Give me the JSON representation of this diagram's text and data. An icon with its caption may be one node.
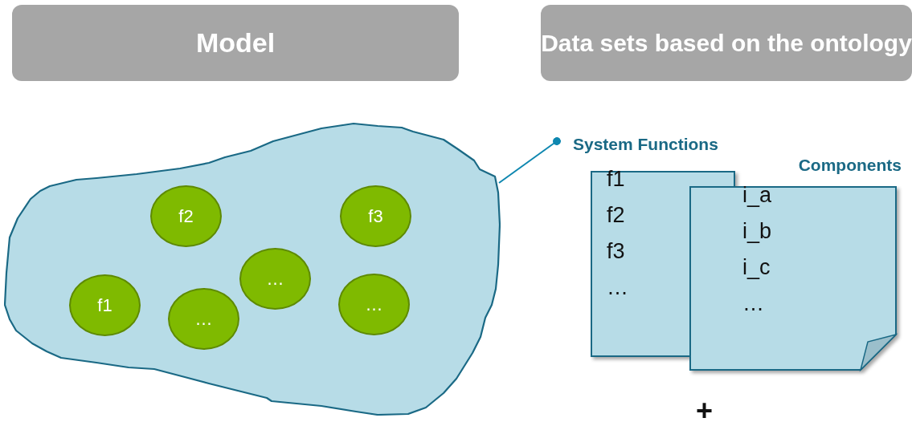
{
  "diagram": {
    "nodes": [
      {
        "text": [
          "Model"
        ]
      },
      {
        "text": [
          "Data sets based on the ontology"
        ]
      },
      {
        "text": [],
        "shape": "cloud"
      },
      {
        "text": [
          "f2"
        ],
        "in": 2
      },
      {
        "text": [
          "f3"
        ],
        "in": 2
      },
      {
        "text": [
          "…"
        ],
        "in": 2
      },
      {
        "text": [
          "f1"
        ],
        "in": 2
      },
      {
        "text": [
          "…"
        ],
        "in": 2
      },
      {
        "text": [
          "…"
        ],
        "in": 2
      },
      {
        "text": [
          "System Functions",
          "f1",
          "f2",
          "f3",
          "…"
        ]
      },
      {
        "text": [
          "Components",
          "i_a",
          "i_b",
          "i_c",
          "…"
        ]
      }
    ],
    "edges": [
      {
        "from": 9,
        "to": 2,
        "arrow": "other"
      }
    ],
    "labels": [
      "+"
    ]
  }
}
